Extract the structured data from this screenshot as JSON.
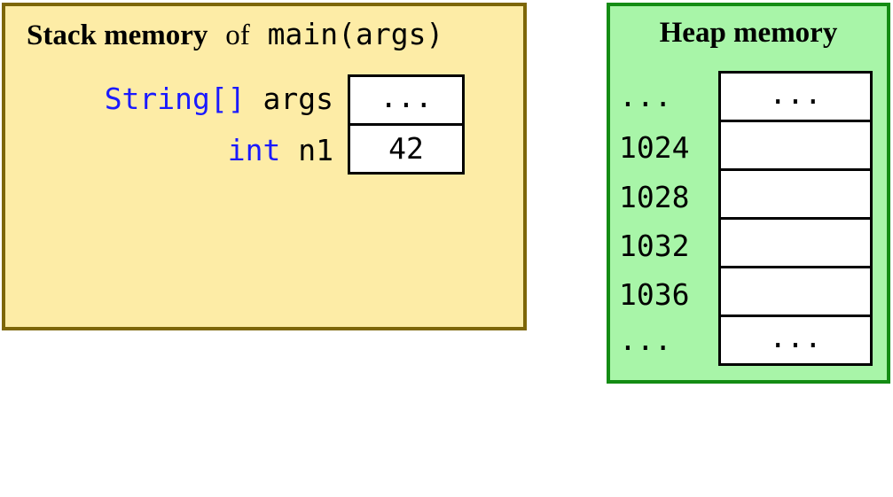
{
  "stack": {
    "title_bold": "Stack memory",
    "title_of": "of",
    "title_func": "main(args)",
    "vars": [
      {
        "type": "String[]",
        "name": "args",
        "value": "..."
      },
      {
        "type": "int",
        "name": "n1",
        "value": "42"
      }
    ]
  },
  "heap": {
    "title": "Heap memory",
    "rows": [
      {
        "address": "...",
        "value": "..."
      },
      {
        "address": "1024",
        "value": ""
      },
      {
        "address": "1028",
        "value": ""
      },
      {
        "address": "1032",
        "value": ""
      },
      {
        "address": "1036",
        "value": ""
      },
      {
        "address": "...",
        "value": "..."
      }
    ]
  },
  "colors": {
    "stack_fill": "#fdeca6",
    "stack_border": "#7d6608",
    "heap_fill": "#a8f5a8",
    "heap_border": "#148c14",
    "keyword": "#1a1aff"
  }
}
